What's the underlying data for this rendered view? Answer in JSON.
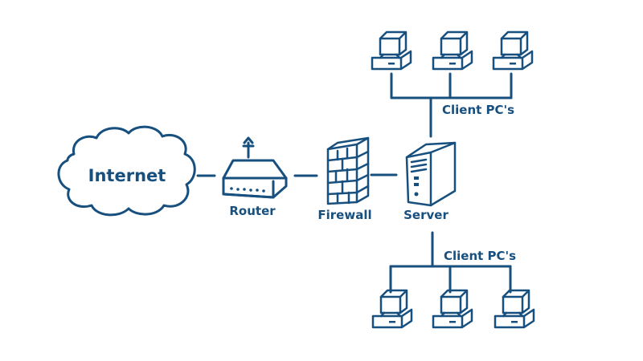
{
  "labels": {
    "internet": "Internet",
    "router": "Router",
    "firewall": "Firewall",
    "server": "Server",
    "client_group_top": "Client PC's",
    "client_group_bottom": "Client PC's"
  },
  "colors": {
    "ink": "#174f7e",
    "background": "#ffffff"
  },
  "icons": {
    "cloud": "cloud-icon",
    "router": "router-icon",
    "firewall": "firewall-icon",
    "server": "server-icon",
    "client": "desktop-pc-icon"
  }
}
